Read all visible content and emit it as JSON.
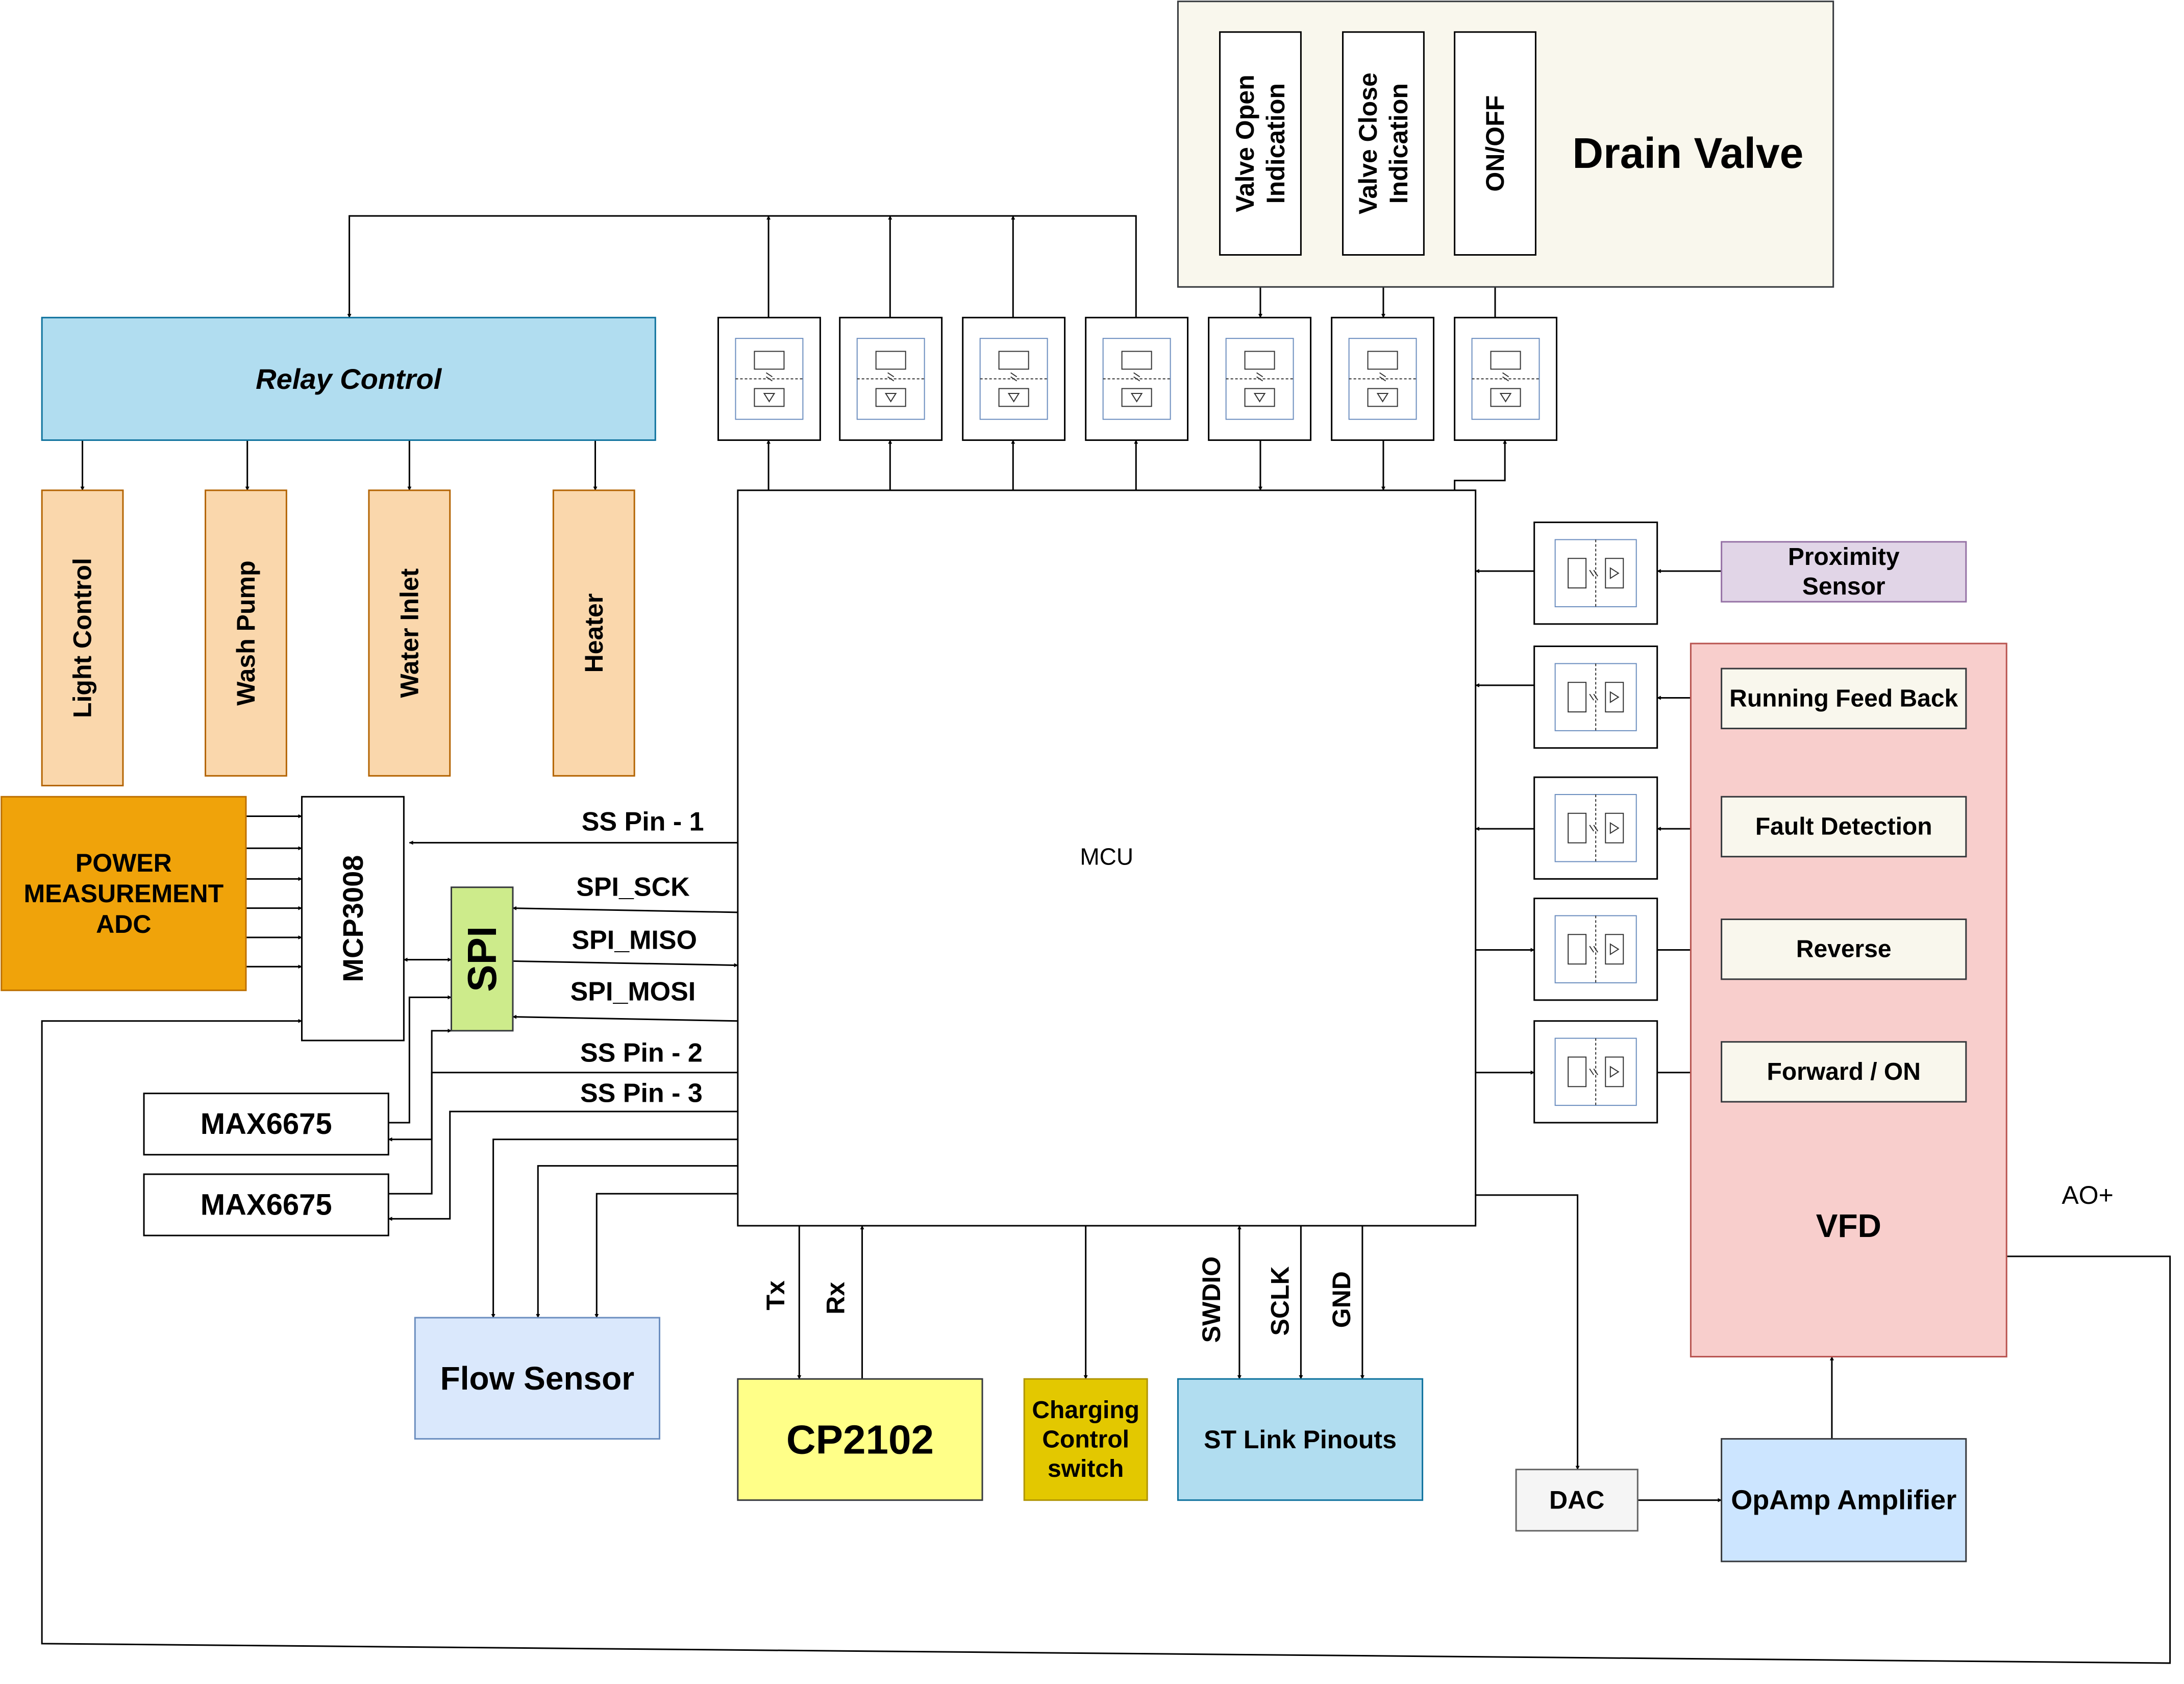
{
  "blocks": {
    "relay_control": "Relay Control",
    "light_control": "Light Control",
    "wash_pump": "Wash Pump",
    "water_inlet": "Water Inlet",
    "heater": "Heater",
    "power_adc": [
      "POWER",
      "MEASUREMENT",
      "ADC"
    ],
    "mcp3008": "MCP3008",
    "spi": "SPI",
    "max6675_1": "MAX6675",
    "max6675_2": "MAX6675",
    "flow_sensor": "Flow Sensor",
    "cp2102": "CP2102",
    "charging_switch": [
      "Charging",
      "Control",
      "switch"
    ],
    "st_link": "ST Link Pinouts",
    "dac": "DAC",
    "opamp": "OpAmp Amplifier",
    "mcu": "MCU",
    "drain_valve": "Drain Valve",
    "valve_open": [
      "Valve Open",
      "Indication"
    ],
    "valve_close": [
      "Valve Close",
      "Indication"
    ],
    "on_off": "ON/OFF",
    "proximity": [
      "Proximity",
      "Sensor"
    ],
    "running_feedback": "Running Feed Back",
    "fault_detection": "Fault Detection",
    "reverse": "Reverse",
    "forward_on": "Forward / ON",
    "vfd": "VFD"
  },
  "signals": {
    "ss_pin_1": "SS Pin - 1",
    "spi_sck": "SPI_SCK",
    "spi_miso": "SPI_MISO",
    "spi_mosi": "SPI_MOSI",
    "ss_pin_2": "SS Pin - 2",
    "ss_pin_3": "SS Pin - 3",
    "tx": "Tx",
    "rx": "Rx",
    "swdio": "SWDIO",
    "sclk": "SCLK",
    "gnd": "GND",
    "ao_plus": "AO+"
  },
  "colors": {
    "relay_fill": "#b1ddf0",
    "relay_stroke": "#10739e",
    "load_fill": "#fad7ac",
    "load_stroke": "#b46504",
    "adc_fill": "#f0a30a",
    "adc_stroke": "#bd7000",
    "spi_fill": "#cdeb8b",
    "spi_stroke": "#36393d",
    "flow_fill": "#dae8fc",
    "flow_stroke": "#6c8ebf",
    "cp2102_fill": "#ffff88",
    "cp2102_stroke": "#36393d",
    "charging_fill": "#e3c800",
    "charging_stroke": "#b09500",
    "stlink_fill": "#b1ddf0",
    "stlink_stroke": "#10739e",
    "dac_fill": "#f5f5f5",
    "dac_stroke": "#666666",
    "opamp_fill": "#cce5ff",
    "opamp_stroke": "#36393d",
    "vfd_fill": "#f8cecc",
    "vfd_stroke": "#b85450",
    "vfd_io_fill": "#f9f7ed",
    "vfd_io_stroke": "#36393d",
    "drain_fill": "#f9f7ed",
    "drain_stroke": "#36393d",
    "proximity_fill": "#e1d5e7",
    "proximity_stroke": "#9673a6",
    "opto_inner": "#6c8ebf"
  }
}
